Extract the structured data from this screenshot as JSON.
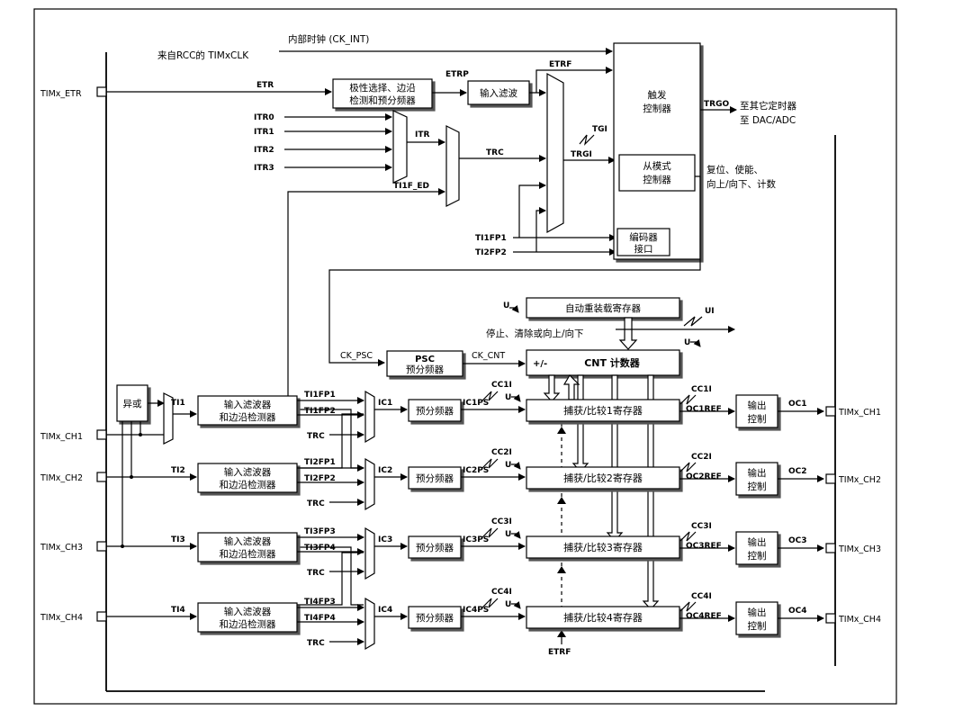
{
  "pins": {
    "etr": "TIMx_ETR",
    "ch1": "TIMx_CH1",
    "ch2": "TIMx_CH2",
    "ch3": "TIMx_CH3",
    "ch4": "TIMx_CH4"
  },
  "top": {
    "internal_clock": "内部时钟 (CK_INT)",
    "rcc_clock": "来自RCC的 TIMxCLK",
    "etr": "ETR",
    "etrp": "ETRP",
    "etrf": "ETRF",
    "polarity_line1": "极性选择、边沿",
    "polarity_line2": "检测和预分频器",
    "input_filter": "输入滤波",
    "itr0": "ITR0",
    "itr1": "ITR1",
    "itr2": "ITR2",
    "itr3": "ITR3",
    "itr": "ITR",
    "trc": "TRC",
    "ti1f_ed": "TI1F_ED",
    "tgi": "TGI",
    "trgi": "TRGI",
    "ti1fp1": "TI1FP1",
    "ti2fp2": "TI2FP2",
    "trigger_line1": "触发",
    "trigger_line2": "控制器",
    "trgo": "TRGO",
    "trgo_dest1": "至其它定时器",
    "trgo_dest2": "至 DAC/ADC",
    "slave_line1": "从模式",
    "slave_line2": "控制器",
    "slave_note1": "复位、使能、",
    "slave_note2": "向上/向下、计数",
    "encoder_line1": "编码器",
    "encoder_line2": "接口"
  },
  "counter": {
    "u_arr": "U",
    "arr": "自动重装载寄存器",
    "ui": "UI",
    "u_out": "U",
    "stop_clear": "停止、清除或向上/向下",
    "ck_psc": "CK_PSC",
    "psc_title": "PSC",
    "psc_sub": "预分频器",
    "ck_cnt": "CK_CNT",
    "updown": "+/-",
    "cnt": "CNT 计数器"
  },
  "xor": "异或",
  "filter_line1": "输入滤波器",
  "filter_line2": "和边沿检测器",
  "prescaler": "预分频器",
  "output_line1": "输出",
  "output_line2": "控制",
  "trc": "TRC",
  "u": "U",
  "etrf_bottom": "ETRF",
  "channels": [
    {
      "ti": "TI1",
      "fpa": "TI1FP1",
      "fpb": "TI1FP2",
      "ic": "IC1",
      "icps": "IC1PS",
      "cci": "CC1I",
      "ccr": "捕获/比较1寄存器",
      "ccoi": "CC1I",
      "ref": "OC1REF",
      "oc": "OC1"
    },
    {
      "ti": "TI2",
      "fpa": "TI2FP1",
      "fpb": "TI2FP2",
      "ic": "IC2",
      "icps": "IC2PS",
      "cci": "CC2I",
      "ccr": "捕获/比较2寄存器",
      "ccoi": "CC2I",
      "ref": "OC2REF",
      "oc": "OC2"
    },
    {
      "ti": "TI3",
      "fpa": "TI3FP3",
      "fpb": "TI3FP4",
      "ic": "IC3",
      "icps": "IC3PS",
      "cci": "CC3I",
      "ccr": "捕获/比较3寄存器",
      "ccoi": "CC3I",
      "ref": "OC3REF",
      "oc": "OC3"
    },
    {
      "ti": "TI4",
      "fpa": "TI4FP3",
      "fpb": "TI4FP4",
      "ic": "IC4",
      "icps": "IC4PS",
      "cci": "CC4I",
      "ccr": "捕获/比较4寄存器",
      "ccoi": "CC4I",
      "ref": "OC4REF",
      "oc": "OC4"
    }
  ]
}
